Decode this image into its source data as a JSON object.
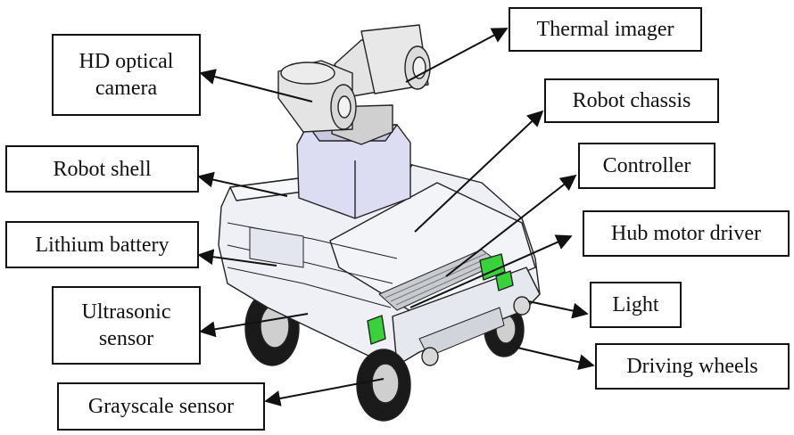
{
  "labels": {
    "hd_camera": "HD optical\ncamera",
    "thermal_imager": "Thermal imager",
    "robot_chassis": "Robot chassis",
    "robot_shell": "Robot shell",
    "controller": "Controller",
    "lithium_battery": "Lithium battery",
    "hub_motor_driver": "Hub motor driver",
    "ultrasonic_sensor": "Ultrasonic\nsensor",
    "light": "Light",
    "driving_wheels": "Driving wheels",
    "grayscale_sensor": "Grayscale sensor"
  },
  "colors": {
    "outline": "#222222",
    "body_fill": "#eef0f6",
    "camera_fill": "#e4e4e4",
    "mast_fill": "#dcdcf2",
    "green_parts": "#39d23c",
    "tire": "#1a1a1a"
  }
}
